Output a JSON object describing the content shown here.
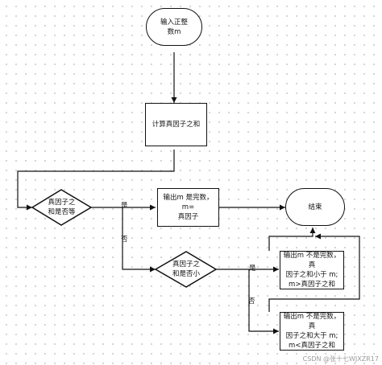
{
  "nodes": {
    "start": "输入正整\n数m",
    "compute": "计算真因子之和",
    "equal_check": "真因子之\n和是否等",
    "perfect_output": "输出m 是完数，m=\n真因子",
    "end": "结束",
    "less_check": "真因子之\n和是否小",
    "less_output": "输出m 不是完数，真\n因子之和小于 m;\nm>真因子之和",
    "greater_output": "输出m 不是完数，真\n因子之和大于 m;\nm<真因子之和"
  },
  "edge_labels": {
    "equal_yes": "是",
    "equal_no": "否",
    "less_yes": "是",
    "less_no": "否"
  },
  "watermark": "CSDN @张十七WJXZR17"
}
